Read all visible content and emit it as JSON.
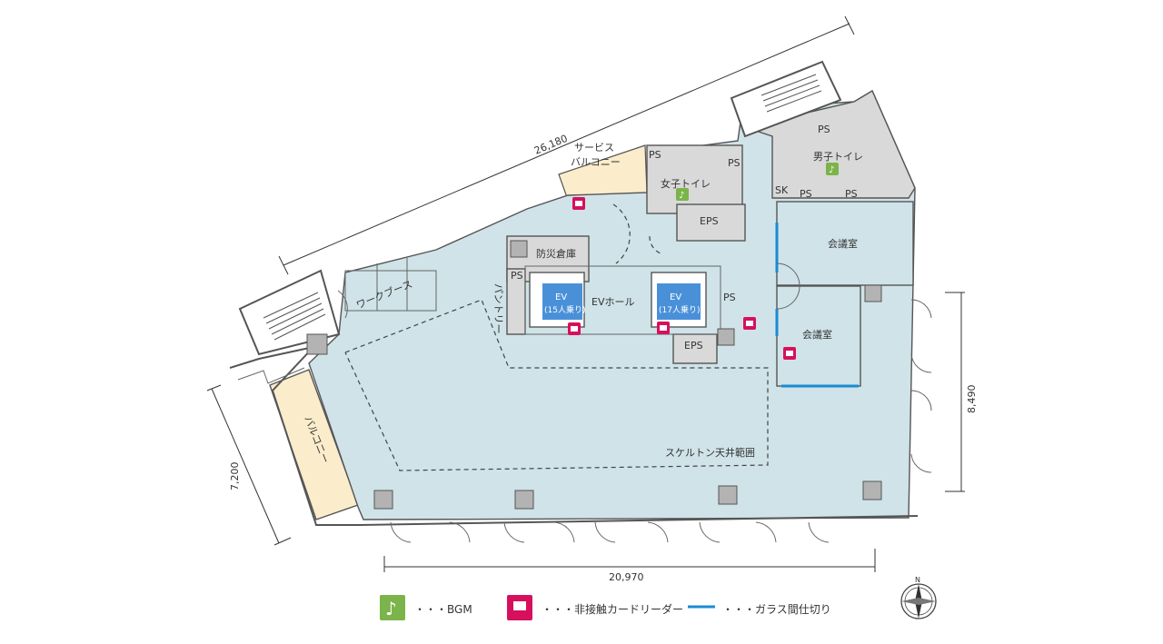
{
  "labels": {
    "service_balcony": [
      "サービス",
      "バルコニー"
    ],
    "balcony": "バルコニー",
    "work_booth": "ワークブース",
    "disaster_storage": "防災倉庫",
    "pantry": "パントリー",
    "ev_hall": "EVホール",
    "ev_left": [
      "EV",
      "(15人乗り)"
    ],
    "ev_right": [
      "EV",
      "(17人乗り)"
    ],
    "womens_toilet": "女子トイレ",
    "mens_toilet": "男子トイレ",
    "meeting_room_1": "会議室",
    "meeting_room_2": "会議室",
    "eps_top": "EPS",
    "eps_bottom": "EPS",
    "ps": "PS",
    "sk": "SK",
    "skeleton_ceiling": "スケルトン天井範囲"
  },
  "dimensions": {
    "top": "26,180",
    "bottom": "20,970",
    "left": "7,200",
    "right": "8,490"
  },
  "legend": {
    "bgm": "・・・BGM",
    "card_reader": "・・・非接触カードリーダー",
    "glass_partition": "・・・ガラス間仕切り"
  },
  "compass": {
    "north": "N"
  },
  "colors": {
    "floor": "#cfe3e8",
    "balcony": "#fbeccb",
    "bgm_icon": "#7bb44a",
    "card_reader_icon": "#d6105d",
    "glass": "#1a8bd4",
    "ev": "#4a90d9"
  }
}
